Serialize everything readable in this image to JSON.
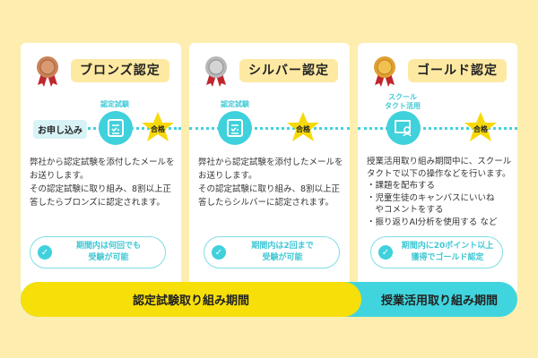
{
  "colors": {
    "background": "#fdeeb0",
    "accent_cyan": "#40d5de",
    "accent_yellow": "#f7df0a",
    "bronze": "#c8825a",
    "silver": "#b8b8b8",
    "gold": "#e0a030"
  },
  "cards": [
    {
      "title": "ブロンズ認定",
      "medal": "bronze-medal-icon",
      "apply": "お申し込み",
      "step_label": "認定試験",
      "pass": "合格",
      "desc": [
        "弊社から認定試験を添付したメールをお送りします。",
        "その認定試験に取り組み、8割以上正答したらブロンズに認定されます。"
      ],
      "note": "期間内は何回でも\n受験が可能"
    },
    {
      "title": "シルバー認定",
      "medal": "silver-medal-icon",
      "step_label": "認定試験",
      "pass": "合格",
      "desc": [
        "弊社から認定試験を添付したメールをお送りします。",
        "その認定試験に取り組み、8割以上正答したらシルバーに認定されます。"
      ],
      "note": "期間内は2回まで\n受験が可能"
    },
    {
      "title": "ゴールド認定",
      "medal": "gold-medal-icon",
      "step_label": "スクール\nタクト活用",
      "pass": "合格",
      "desc": [
        "授業活用取り組み期間中に、スクールタクトで以下の操作などを行います。",
        "・課題を配布する",
        "・児童生徒のキャンバスにいいね\n　やコメントをする",
        "・振り返りAI分析を使用する など"
      ],
      "note": "期間内に20ポイント以上\n獲得でゴールド認定"
    }
  ],
  "period_bar": {
    "exam_period": "認定試験取り組み期間",
    "class_period": "授業活用取り組み期間"
  }
}
